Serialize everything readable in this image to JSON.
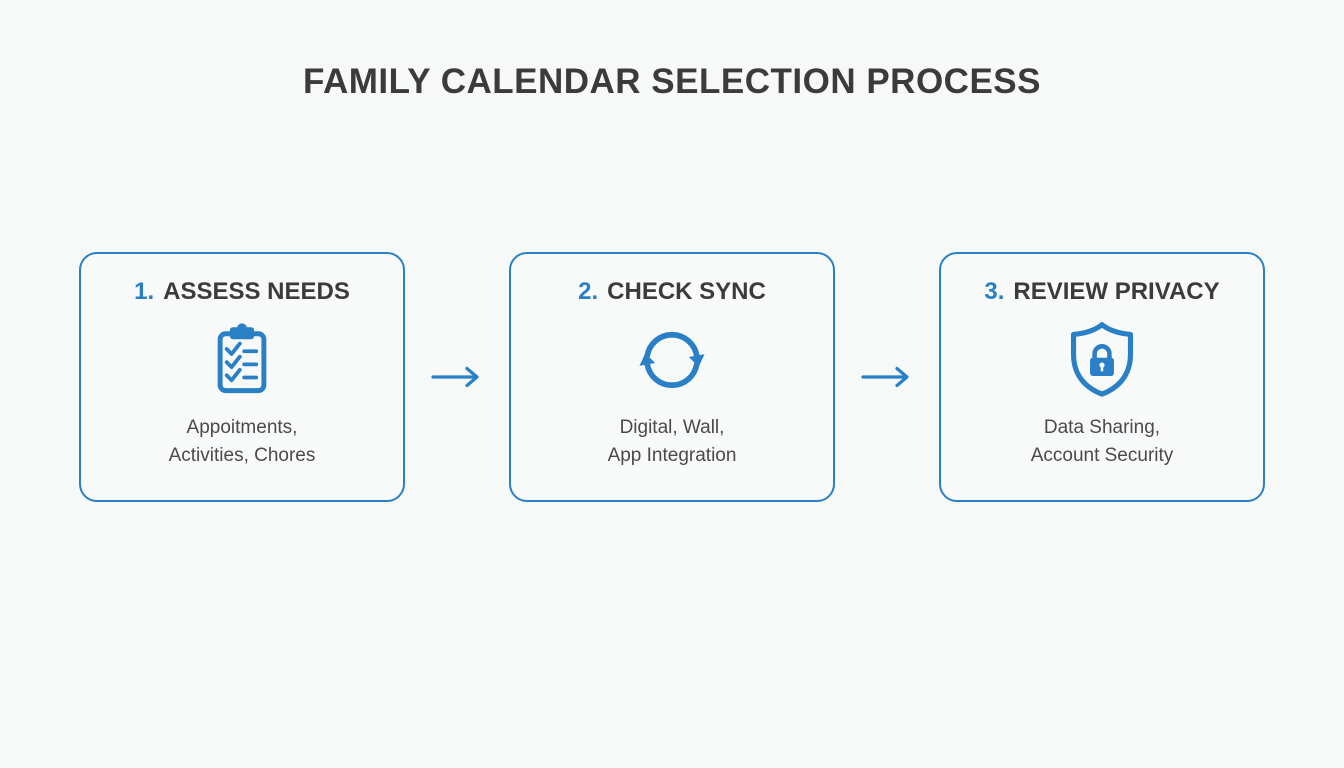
{
  "page": {
    "title": "FAMILY CALENDAR SELECTION PROCESS"
  },
  "colors": {
    "accent": "#2a80c6",
    "title_text": "#3b3b3b",
    "body_text": "#4a4a4a",
    "background": "#f7f8f8"
  },
  "steps": [
    {
      "number": "1.",
      "label": "ASSESS NEEDS",
      "icon": "clipboard-checklist-icon",
      "line1": "Appoitments,",
      "line2": "Activities, Chores"
    },
    {
      "number": "2.",
      "label": "CHECK SYNC",
      "icon": "sync-arrows-icon",
      "line1": "Digital, Wall,",
      "line2": "App Integration"
    },
    {
      "number": "3.",
      "label": "REVIEW PRIVACY",
      "icon": "shield-lock-icon",
      "line1": "Data Sharing,",
      "line2": "Account Security"
    }
  ],
  "connectors": [
    {
      "icon": "arrow-right-icon"
    },
    {
      "icon": "arrow-right-icon"
    }
  ]
}
